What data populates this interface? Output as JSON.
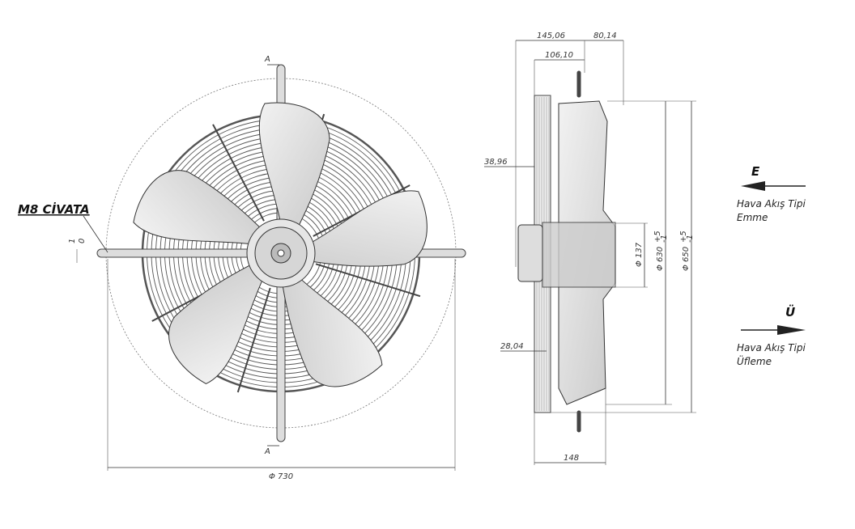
{
  "front_view": {
    "bolt_label": "M8 CİVATA",
    "offset_dim_top": "1",
    "offset_dim_bottom": "0",
    "section_top": "A",
    "section_bottom": "A",
    "diameter_dim": "Φ 730"
  },
  "side_view": {
    "dims": {
      "d145": "145,06",
      "d80": "80,14",
      "d106": "106,10",
      "d38": "38,96",
      "d28": "28,04",
      "d148": "148",
      "d137": "Φ 137",
      "d630": "Φ 630",
      "d650": "Φ 650",
      "tol_plus": "+5",
      "tol_minus": "-1"
    }
  },
  "legend": {
    "suction_letter": "E",
    "suction_line1": "Hava Akış Tipi",
    "suction_line2": "Emme",
    "blow_letter": "Ü",
    "blow_line1": "Hava Akış Tipi",
    "blow_line2": "Üfleme"
  }
}
